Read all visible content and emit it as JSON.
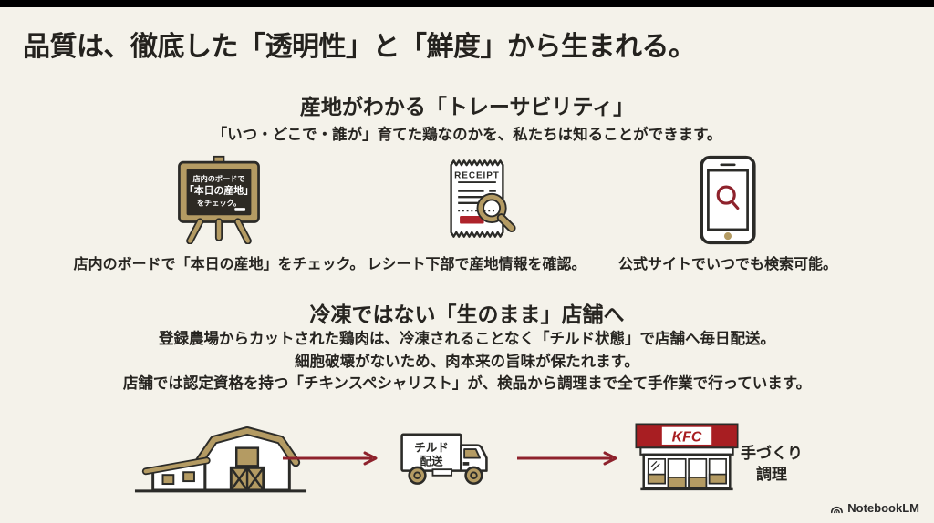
{
  "colors": {
    "background": "#f4f2ea",
    "top_bar": "#000000",
    "text": "#262420",
    "accent_red": "#8e222c",
    "kfc_red": "#a81e22",
    "receipt_red": "#ae232b",
    "tan": "#b49b63",
    "board_dark": "#2d2a24"
  },
  "title": "品質は、徹底した「透明性」と「鮮度」から生まれる。",
  "traceability": {
    "heading": "産地がわかる「トレーサビリティ」",
    "subheading": "「いつ・どこで・誰が」育てた鶏なのかを、私たちは知ることができます。",
    "board": {
      "line1": "店内のボードで",
      "line2": "「本日の産地」",
      "line3": "をチェック。"
    },
    "receipt_label": "RECEIPT",
    "captions": {
      "board": "店内のボードで「本日の産地」をチェック。",
      "receipt": "レシート下部で産地情報を確認。",
      "web": "公式サイトでいつでも検索可能。"
    }
  },
  "fresh": {
    "heading": "冷凍ではない「生のまま」店舗へ",
    "line1": "登録農場からカットされた鶏肉は、冷凍されることなく「チルド状態」で店舗へ毎日配送。",
    "line2": "細胞破壊がないため、肉本来の旨味が保たれます。",
    "line3": "店舗では認定資格を持つ「チキンスペシャリスト」が、検品から調理まで全て手作業で行っています。",
    "truck": {
      "line1": "チルド",
      "line2": "配送"
    },
    "store_sign": "KFC",
    "result": {
      "line1": "手づくり",
      "line2": "調理"
    }
  },
  "footer": {
    "watermark": "NotebookLM"
  }
}
